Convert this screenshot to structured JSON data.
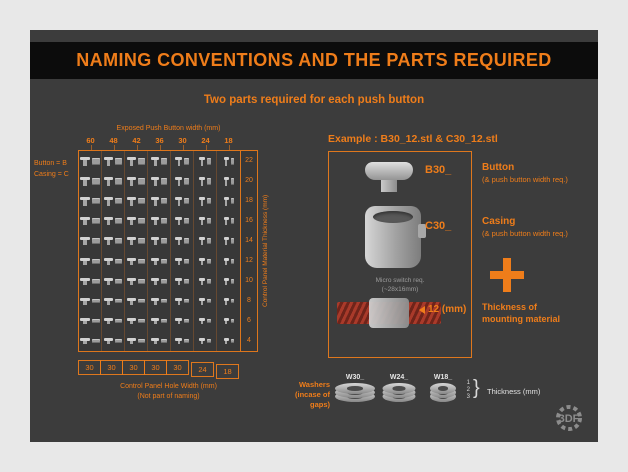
{
  "page": {
    "title": "NAMING CONVENTIONS AND THE PARTS REQUIRED",
    "subtitle": "Two parts required for each push button"
  },
  "colors": {
    "accent_orange": "#ef7d1a",
    "panel_bg": "#3c3c3c",
    "header_bg": "#0c0c0c",
    "page_bg": "#e8e8e8",
    "render_gray": "#b5b5b5",
    "hatch_red": "#a93a2a"
  },
  "size_table": {
    "top_axis_label": "Exposed Push Button width (mm)",
    "column_widths": [
      "60",
      "48",
      "42",
      "36",
      "30",
      "24",
      "18"
    ],
    "legend_button": "Button =  B",
    "legend_casing": "Casing =  C",
    "right_axis_label": "Control Panel Material Thickness (mm)",
    "row_thicknesses": [
      "22",
      "20",
      "18",
      "16",
      "14",
      "12",
      "10",
      "8",
      "6",
      "4"
    ],
    "bottom_values": [
      "30",
      "30",
      "30",
      "30",
      "30",
      "24",
      "18"
    ],
    "bottom_label_line1": "Control Panel Hole Width (mm)",
    "bottom_label_line2": "(Not part of naming)"
  },
  "example": {
    "title": "Example : B30_12.stl & C30_12.stl",
    "b_label": "B30_",
    "b_name": "Button",
    "b_req": "(& push button width req.)",
    "c_label": "C30_",
    "c_name": "Casing",
    "c_req": "(& push button width req.)",
    "micro_note1": "Micro switch req.",
    "micro_note2": "(~28x16mm)",
    "thickness_label": "12 (mm)",
    "thickness_name1": "Thickness of",
    "thickness_name2": "mounting material"
  },
  "washers": {
    "label1": "Washers",
    "label2": "(incase of gaps)",
    "items": [
      "W30_",
      "W24_",
      "W18_"
    ],
    "thickness_numbers": [
      "1",
      "2",
      "3"
    ],
    "thickness_label": "Thickness (mm)"
  },
  "logo_text": "3DF"
}
